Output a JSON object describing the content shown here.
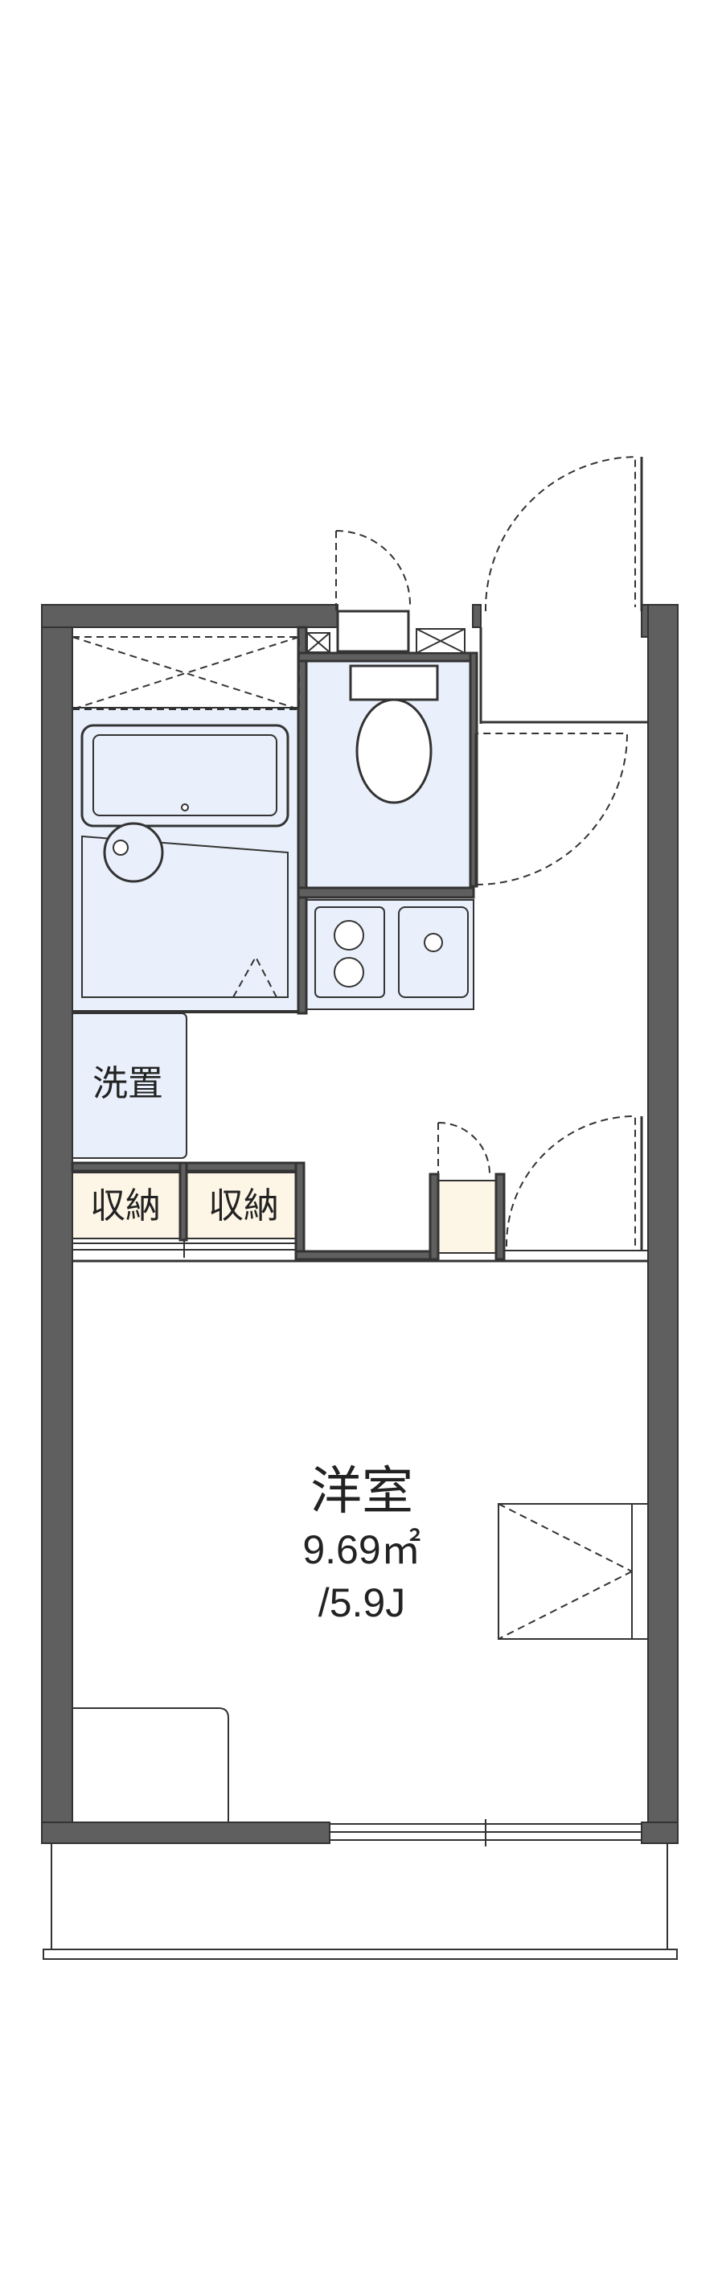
{
  "floorplan": {
    "rooms": {
      "washroom": "洗置",
      "storage_1": "収納",
      "storage_2": "収納",
      "western_room": "洋室",
      "area_sqm": "9.69㎡",
      "area_jo": "/5.9J"
    },
    "colors": {
      "wall": "#5f5f5f",
      "wet_area": "#e9f0fb",
      "storage_fill": "#fdf6e6",
      "line": "#333333",
      "background": "#ffffff"
    }
  }
}
